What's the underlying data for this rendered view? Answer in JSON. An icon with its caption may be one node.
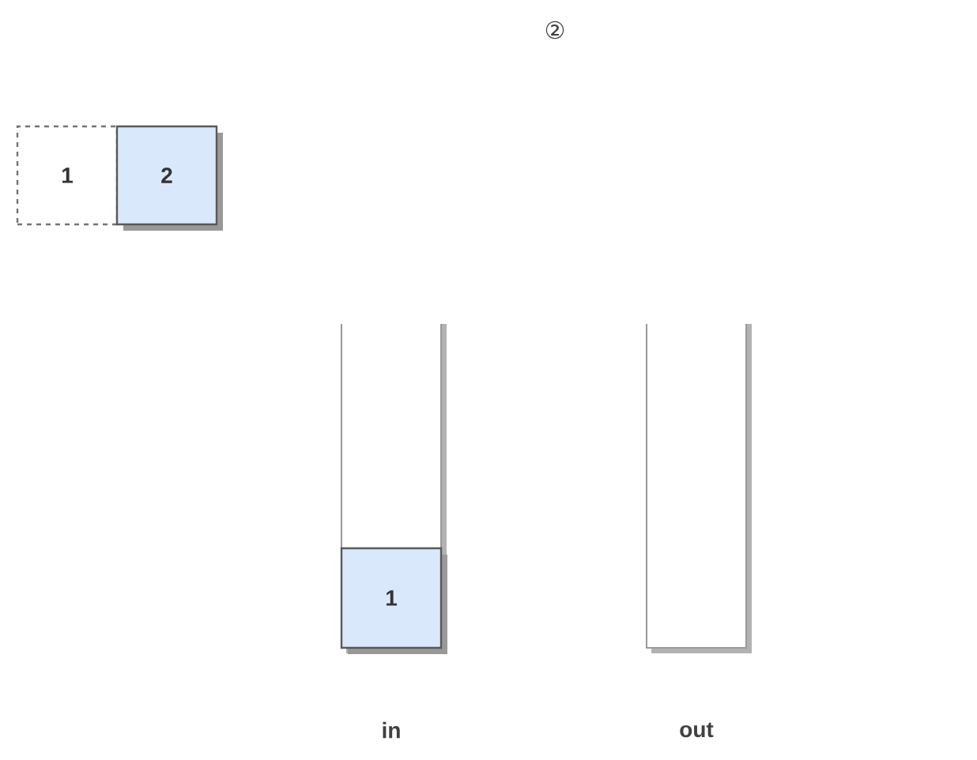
{
  "diagram": {
    "title": "②",
    "nodes": [
      {
        "text": [
          "1"
        ]
      },
      {
        "text": [
          "2"
        ]
      },
      {
        "text": [
          "in"
        ]
      },
      {
        "text": [
          "1"
        ],
        "in": 2
      },
      {
        "text": [
          "out"
        ]
      }
    ]
  }
}
